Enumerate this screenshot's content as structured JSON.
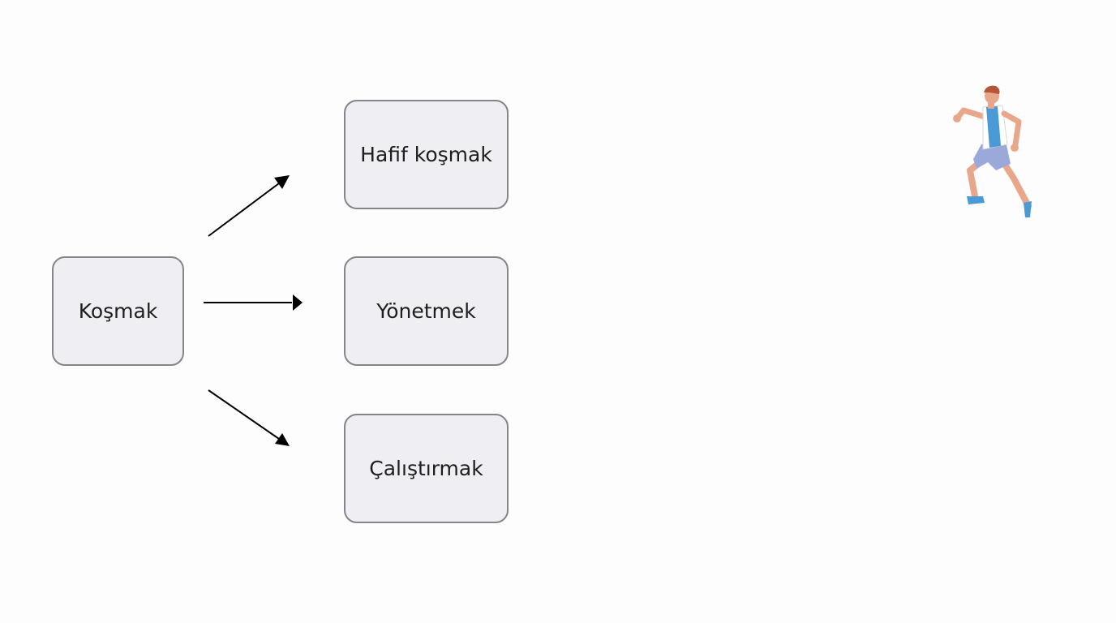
{
  "diagram": {
    "source": {
      "label": "Koşmak"
    },
    "targets": [
      {
        "label": "Hafif koşmak"
      },
      {
        "label": "Yönetmek"
      },
      {
        "label": "Çalıştırmak"
      }
    ],
    "illustration": {
      "icon": "running-person-icon"
    },
    "colors": {
      "node_fill": "#efeef3",
      "node_border": "#858585",
      "arrow": "#000000",
      "runner_shirt": "#4a9ad6",
      "runner_shorts": "#9aa9d9",
      "runner_skin": "#e8a78a",
      "runner_hair": "#b5563a"
    }
  }
}
